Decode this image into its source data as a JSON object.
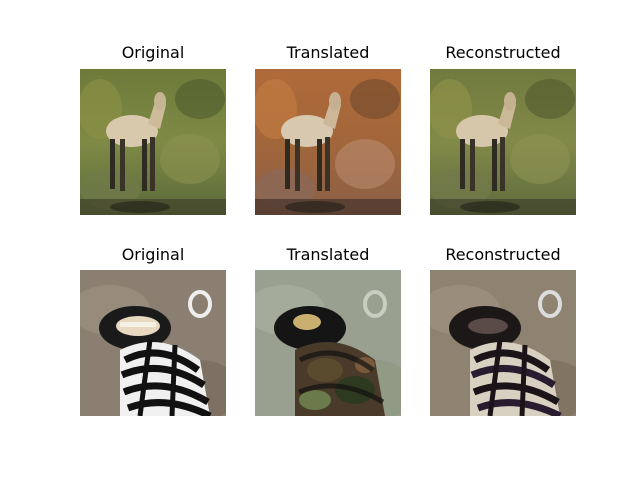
{
  "rows": [
    {
      "panels": [
        {
          "title": "Original",
          "image": "horse-original"
        },
        {
          "title": "Translated",
          "image": "horse-translated-autumn-tones"
        },
        {
          "title": "Reconstructed",
          "image": "horse-reconstructed"
        }
      ]
    },
    {
      "panels": [
        {
          "title": "Original",
          "image": "zebra-original"
        },
        {
          "title": "Translated",
          "image": "zebra-translated-green-tones"
        },
        {
          "title": "Reconstructed",
          "image": "zebra-reconstructed"
        }
      ]
    }
  ]
}
